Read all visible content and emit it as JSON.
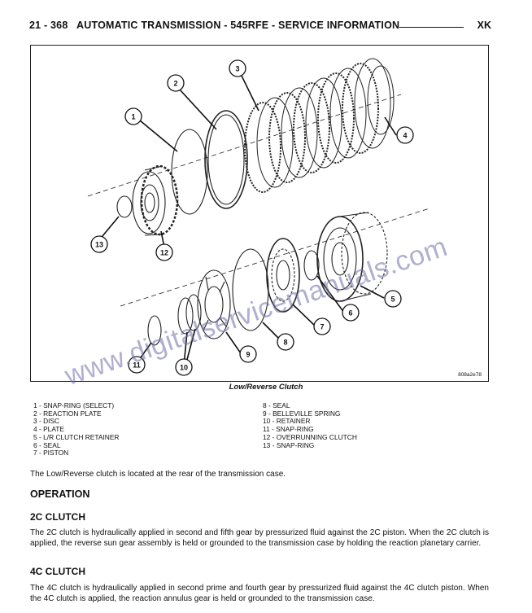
{
  "header": {
    "left": "21 - 368   AUTOMATIC TRANSMISSION - 545RFE - SERVICE INFORMATION",
    "right": "XK"
  },
  "figure": {
    "code": "808a2e78",
    "caption": "Low/Reverse Clutch",
    "callouts": [
      "1",
      "2",
      "3",
      "4",
      "5",
      "6",
      "7",
      "8",
      "9",
      "10",
      "11",
      "12",
      "13"
    ]
  },
  "watermark": "www.digitalservicemanuals.com",
  "legend_left": [
    "1 - SNAP-RING (SELECT)",
    "2 - REACTION PLATE",
    "3 - DISC",
    "4 - PLATE",
    "5 - L/R CLUTCH RETAINER",
    "6 - SEAL",
    "7 - PISTON"
  ],
  "legend_right": [
    "8 - SEAL",
    "9 - BELLEVILLE SPRING",
    "10 - RETAINER",
    "11 - SNAP-RING",
    "12 - OVERRUNNING CLUTCH",
    "13 - SNAP-RING"
  ],
  "intro": "The Low/Reverse clutch is located at the rear of the transmission case.",
  "operation_heading": "OPERATION",
  "sections": [
    {
      "heading": "2C CLUTCH",
      "text": "The 2C clutch is hydraulically applied in second and fifth gear by pressurized fluid against the 2C piston. When the 2C clutch is applied, the reverse sun gear assembly is held or grounded to the transmission case by holding the reaction planetary carrier."
    },
    {
      "heading": "4C CLUTCH",
      "text": "The 4C clutch is hydraulically applied in second prime and fourth gear by pressurized fluid against the 4C clutch piston. When the 4C clutch is applied, the reaction annulus gear is held or grounded to the transmission case."
    }
  ]
}
